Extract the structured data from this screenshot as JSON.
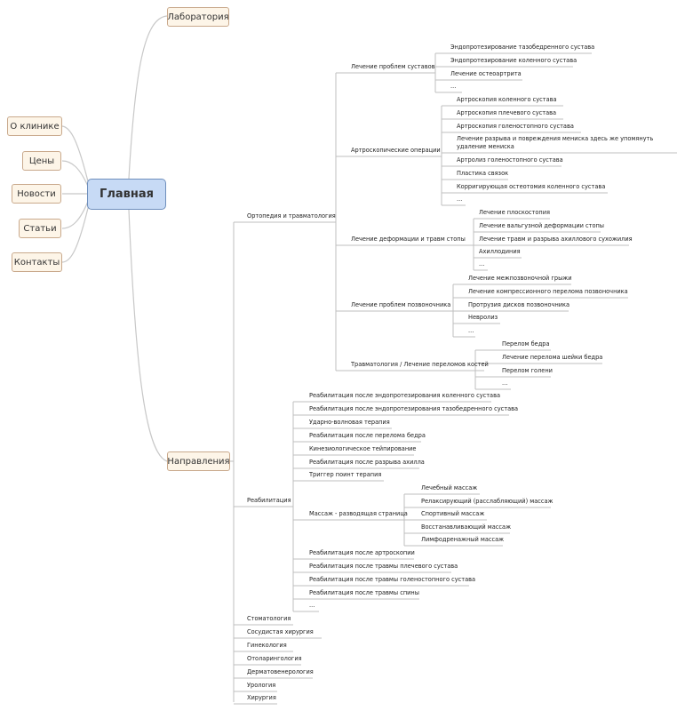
{
  "center": "Главная",
  "left_nodes": [
    "О клинике",
    "Цены",
    "Новости",
    "Статьи",
    "Контакты"
  ],
  "right_nodes": {
    "lab": "Лаборатория",
    "dir": "Направления"
  },
  "ortho": {
    "label": "Ортопедия и травматология",
    "sections": [
      {
        "label": "Лечение проблем суставов",
        "items": [
          "Эндопротезирование тазобедренного сустава",
          "Эндопротезирование коленного сустава",
          "Лечение остеоартрита",
          "..."
        ]
      },
      {
        "label": "Артроскопические операции",
        "items": [
          "Артроскопия коленного сустава",
          "Артроскопия плечевого сустава",
          "Артроскопия голеностопного сустава",
          "Лечение разрыва и повреждения мениска здесь же упомянуть удаление мениска",
          "Артролиз голеностопного сустава",
          "Пластика связок",
          "Корригирующая остеотомия коленного сустава",
          "..."
        ]
      },
      {
        "label": "Лечение деформации и травм стопы",
        "items": [
          "Лечение плоскостопия",
          "Лечение вальгузной деформации стопы",
          "Лечение травм и разрыва ахиллового сухожилия",
          "Ахиллодиния",
          "..."
        ]
      },
      {
        "label": "Лечение проблем позвоночника",
        "items": [
          "Лечение межпозвоночной грыжи",
          "Лечение компрессионного перелома позвоночника",
          "Протрузия дисков позвоночника",
          "Невролиз",
          "..."
        ]
      },
      {
        "label": "Травматология / Лечение переломов костей",
        "items": [
          "Перелом бедра",
          "Лечение перелома шейки бедра",
          "Перелом голени",
          "..."
        ]
      }
    ]
  },
  "rehab": {
    "label": "Реабилитация",
    "items_top": [
      "Реабилитация после эндопротезирования коленного сустава",
      "Реабилитация после эндопротезирования тазобедренного сустава",
      "Ударно-волновая терапия",
      "Реабилитация после перелома бедра",
      "Кинезиологическое тейпирование",
      "Реабилитация после разрыва ахилла",
      "Триггер поинт терапия"
    ],
    "massage": {
      "label": "Массаж - разводящая страница",
      "items": [
        "Лечебный массаж",
        "Релаксирующий (расслабляющий) массаж",
        "Спортивный массаж",
        "Восстанавливающий массаж",
        "Лимфодренажный массаж"
      ]
    },
    "items_bottom": [
      "Реабилитация после артроскопии",
      "Реабилитация после травмы плечевого сустава",
      "Реабилитация после травмы голеностопного сустава",
      "Реабилитация после травмы спины",
      "..."
    ]
  },
  "other": [
    "Стоматология",
    "Сосудистая хирургия",
    "Гинекология",
    "Отоларингология",
    "Дерматовенерология",
    "Урология",
    "Хирургия"
  ],
  "colors": {
    "node_fill": "#fdf5e8",
    "node_border": "#c9a98c",
    "center_fill": "#c7daf5",
    "center_border": "#6f8fbd",
    "branch_line": "#bfbfbf",
    "text": "#222222"
  }
}
